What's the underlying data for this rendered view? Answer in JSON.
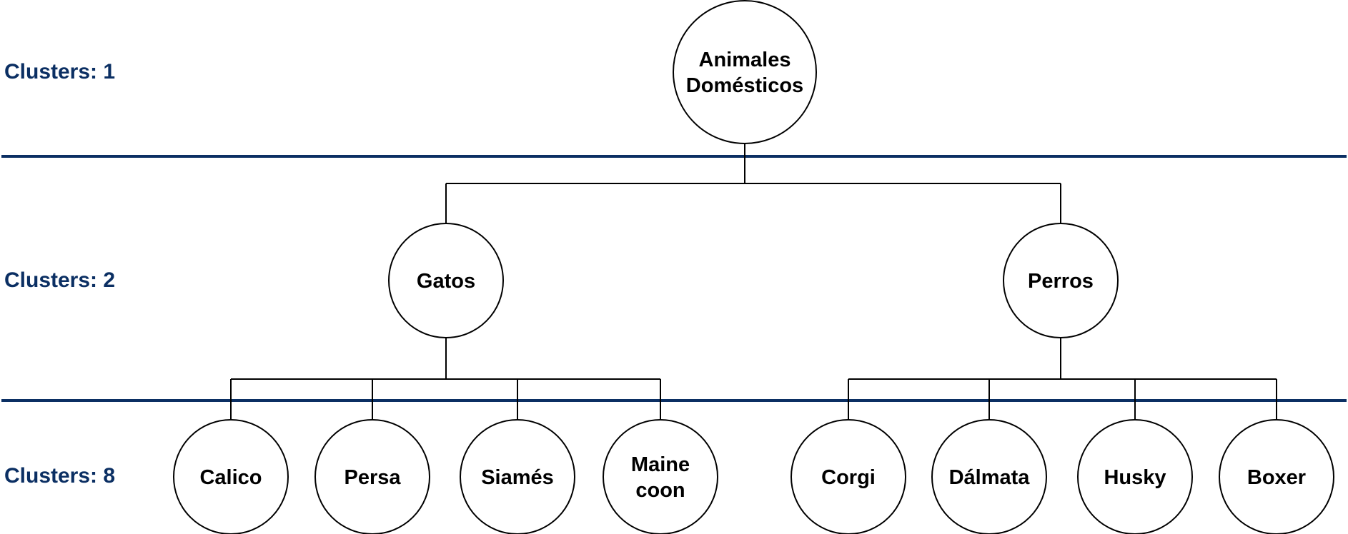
{
  "colors": {
    "label": "#0b2f63",
    "separator": "#0b2f63",
    "node_stroke": "#000000",
    "node_fill": "#ffffff"
  },
  "levels": [
    {
      "label": "Clusters: 1"
    },
    {
      "label": "Clusters: 2"
    },
    {
      "label": "Clusters: 8"
    }
  ],
  "tree": {
    "root": {
      "lines": [
        "Animales",
        "Domésticos"
      ]
    },
    "groups": [
      {
        "lines": [
          "Gatos"
        ],
        "children": [
          {
            "lines": [
              "Calico"
            ]
          },
          {
            "lines": [
              "Persa"
            ]
          },
          {
            "lines": [
              "Siamés"
            ]
          },
          {
            "lines": [
              "Maine",
              "coon"
            ]
          }
        ]
      },
      {
        "lines": [
          "Perros"
        ],
        "children": [
          {
            "lines": [
              "Corgi"
            ]
          },
          {
            "lines": [
              "Dálmata"
            ]
          },
          {
            "lines": [
              "Husky"
            ]
          },
          {
            "lines": [
              "Boxer"
            ]
          }
        ]
      }
    ]
  }
}
